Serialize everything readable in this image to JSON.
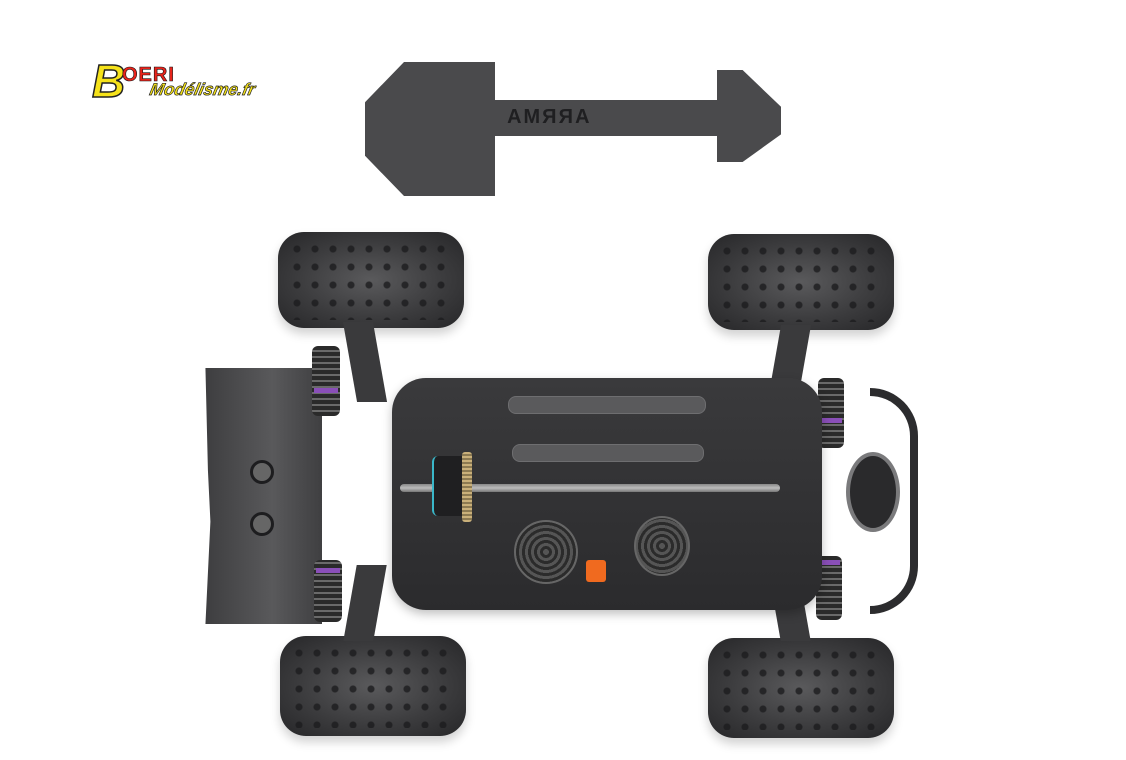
{
  "logo": {
    "letter": "B",
    "word": "OERI",
    "subtitle": "Modélisme.fr"
  },
  "skid_plate": {
    "brand_text": "ARRMA",
    "mirrored": true,
    "color": "#4a4a4c"
  },
  "vehicle": {
    "description": "RC monster truck chassis, top-down view",
    "colors": {
      "chassis": "#2f2f31",
      "tires": "#3c3c3e",
      "shock_springs": "#8a4fb8",
      "connector": "#f06a1f",
      "background": "#ffffff"
    }
  }
}
